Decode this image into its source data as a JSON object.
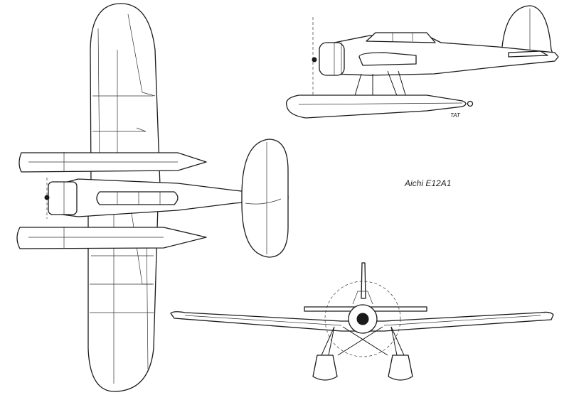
{
  "caption": "Aichi E12A1",
  "signature": "ΤΑΤ",
  "views": {
    "plan": "plan-view",
    "side": "side-view",
    "front": "front-view"
  }
}
